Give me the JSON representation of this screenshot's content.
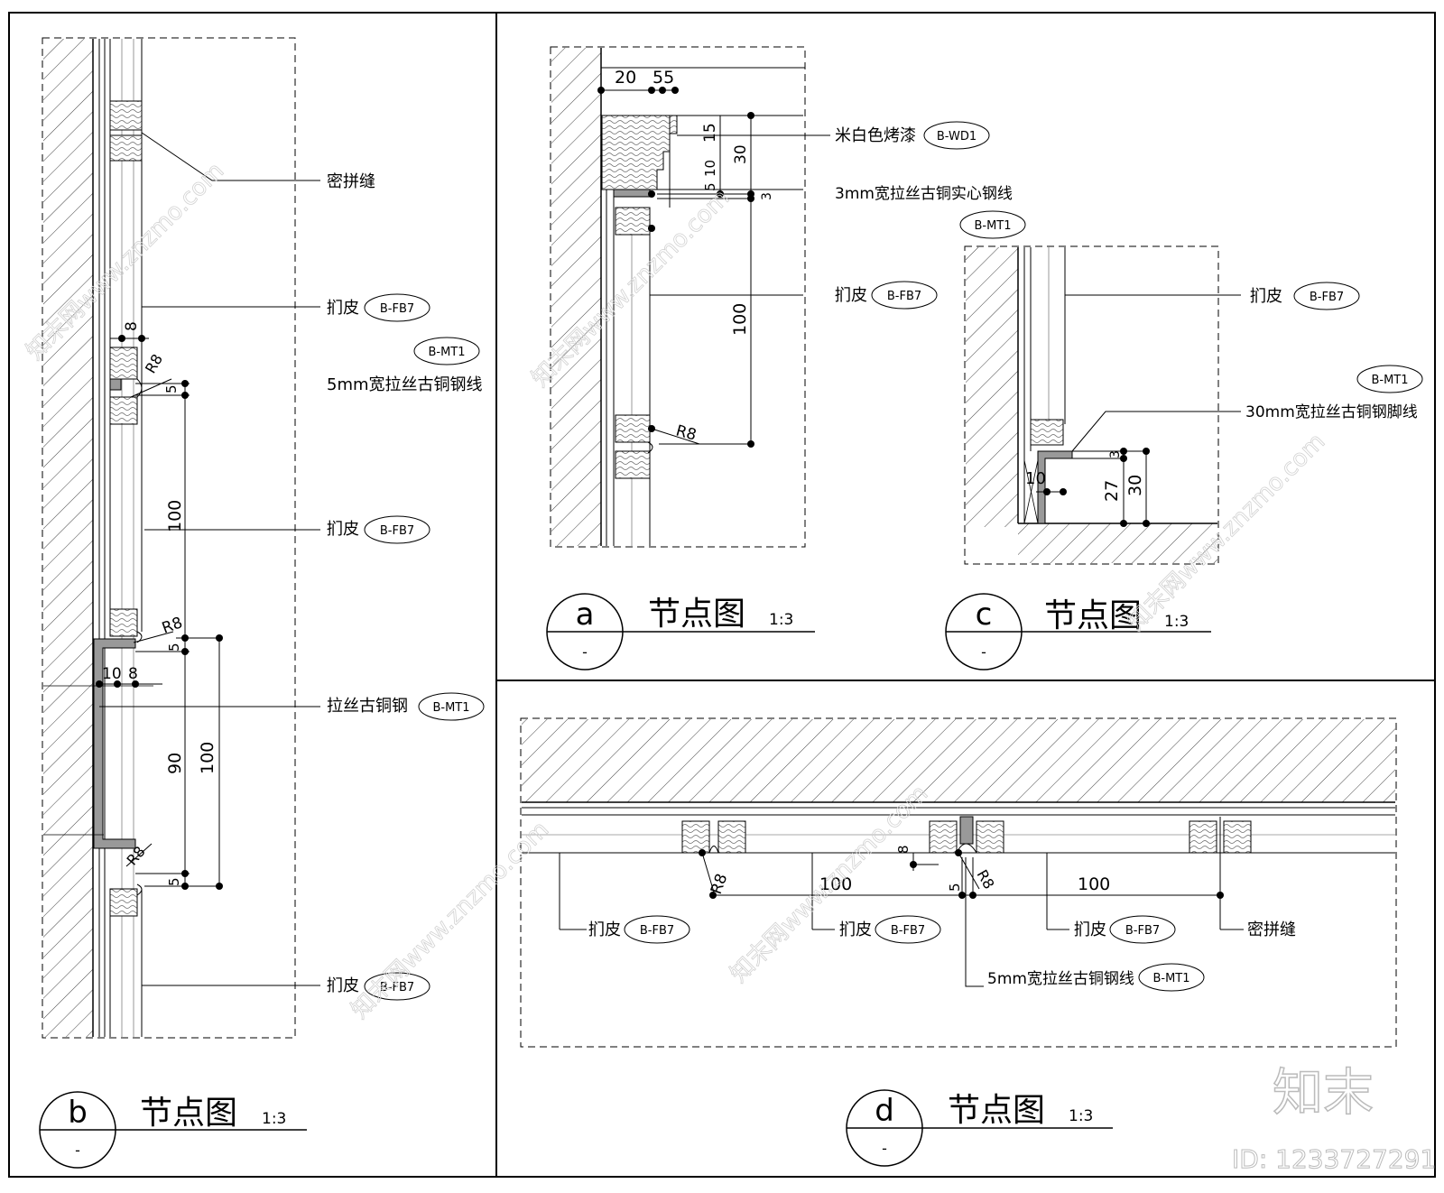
{
  "sheet": {
    "watermark_logo": "知末",
    "id_label": "ID: 1233727291",
    "watermark_text": "知末网www.znzmo.com"
  },
  "detail_b": {
    "marker": "b",
    "marker_sub": "-",
    "title": "节点图",
    "scale": "1:3",
    "labels": {
      "seam": "密拼缝",
      "leather1": "扪皮",
      "code_fb7": "B-FB7",
      "code_mt1": "B-MT1",
      "steel_line": "5mm宽拉丝古铜钢线",
      "leather2": "扪皮",
      "brushed_steel": "拉丝古铜钢",
      "leather3": "扪皮"
    },
    "dims": {
      "d8": "8",
      "r8a": "R8",
      "d5a": "5",
      "d100a": "100",
      "r8b": "R8",
      "d5b": "5",
      "d10": "10",
      "d8b": "8",
      "d90": "90",
      "d100b": "100",
      "r8c": "R8",
      "d5c": "5"
    }
  },
  "detail_a": {
    "marker": "a",
    "marker_sub": "-",
    "title": "节点图",
    "scale": "1:3",
    "labels": {
      "paint": "米白色烤漆",
      "code_wd1": "B-WD1",
      "solid_steel": "3mm宽拉丝古铜实心钢线",
      "leather": "扪皮",
      "code_fb7": "B-FB7"
    },
    "dims": {
      "d20": "20",
      "d55": "55",
      "d15": "15",
      "d30": "30",
      "d10": "10",
      "d5": "5",
      "d3": "3",
      "d100": "100",
      "r8": "R8"
    }
  },
  "detail_c": {
    "marker": "c",
    "marker_sub": "-",
    "title": "节点图",
    "scale": "1:3",
    "labels": {
      "code_mt1_top": "B-MT1",
      "leather": "扪皮",
      "code_fb7": "B-FB7",
      "code_mt1": "B-MT1",
      "skirting": "30mm宽拉丝古铜钢脚线"
    },
    "dims": {
      "d10": "10",
      "d3": "3",
      "d27": "27",
      "d30": "30"
    }
  },
  "detail_d": {
    "marker": "d",
    "marker_sub": "-",
    "title": "节点图",
    "scale": "1:3",
    "labels": {
      "leather1": "扪皮",
      "leather2": "扪皮",
      "leather3": "扪皮",
      "code_fb7": "B-FB7",
      "seam": "密拼缝",
      "steel_line": "5mm宽拉丝古铜钢线",
      "code_mt1": "B-MT1"
    },
    "dims": {
      "r8a": "R8",
      "d8": "8",
      "r8b": "R8",
      "d5": "5",
      "d100a": "100",
      "d100b": "100"
    }
  }
}
